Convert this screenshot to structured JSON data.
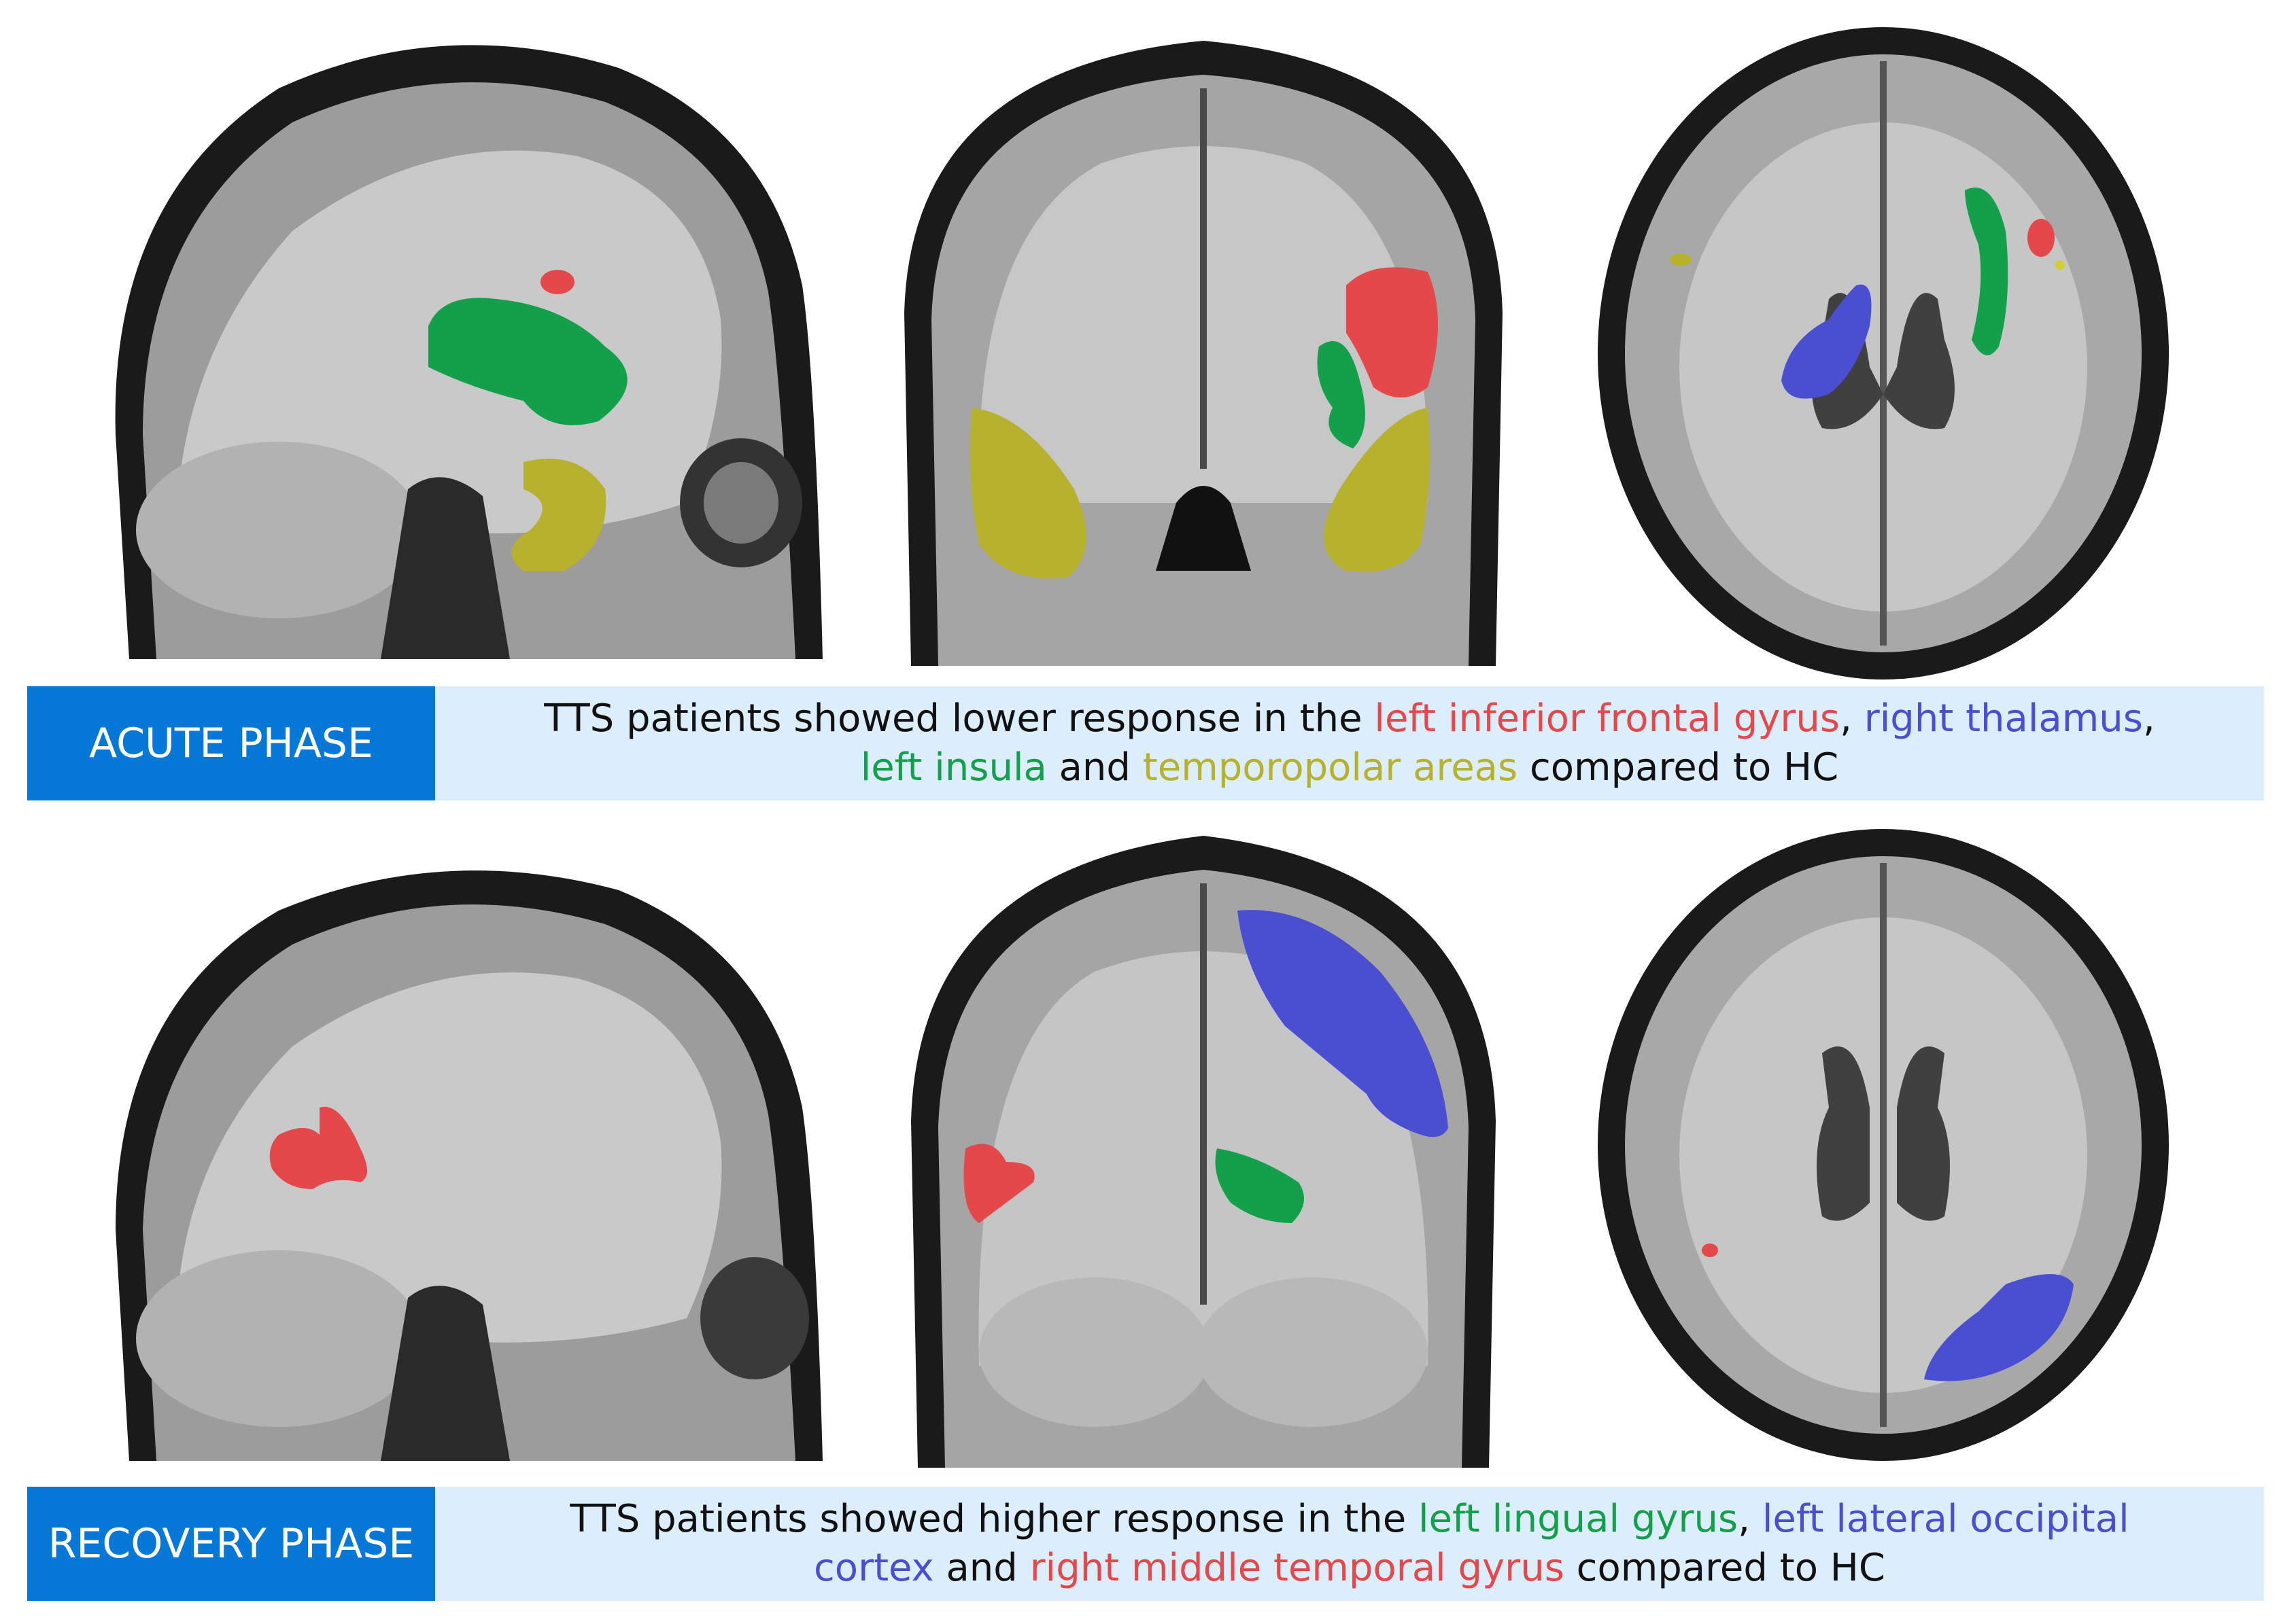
{
  "colors": {
    "red": "#e4484a",
    "blue": "#4a4fd1",
    "green": "#14a04a",
    "yellow": "#b7b22e",
    "label_bg": "#0878d8",
    "bar_bg": "#dcedfb",
    "brain": "#a8a8a8"
  },
  "acute": {
    "label": "ACUTE PHASE",
    "t1": "TTS patients showed lower response in the ",
    "r1": "left inferior frontal gyrus",
    "t2": ", ",
    "b1": "right thalamus",
    "t3": ",",
    "g1": "left insula",
    "t4": " and ",
    "y1": "temporopolar areas",
    "t5": " compared to HC"
  },
  "recovery": {
    "label": "RECOVERY PHASE",
    "t1": "TTS patients showed higher response in the ",
    "g1": "left lingual gyrus",
    "t2": ", ",
    "b1": "left lateral occipital",
    "b2": "cortex",
    "t3": " and ",
    "r1": "right middle temporal gyrus",
    "t4": " compared to HC"
  }
}
